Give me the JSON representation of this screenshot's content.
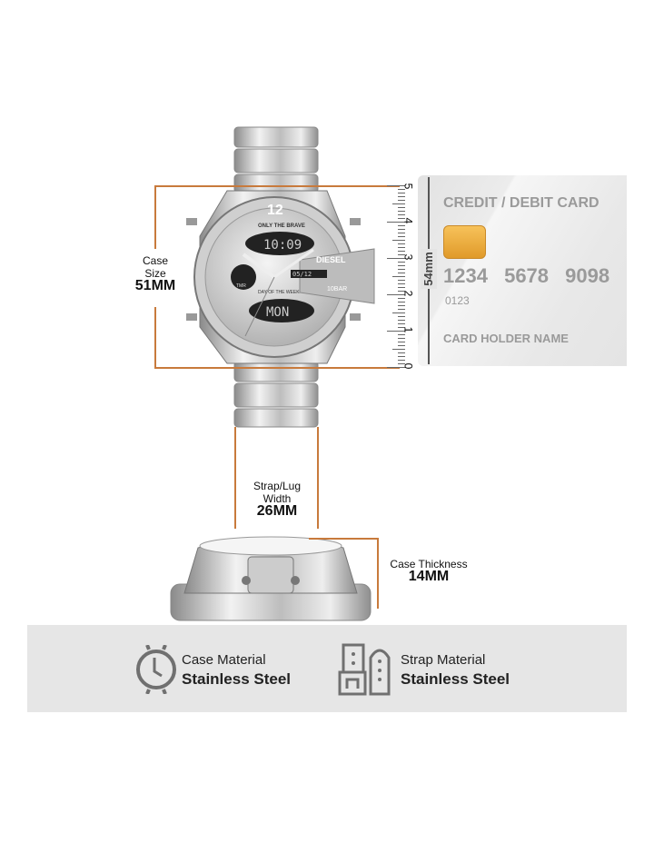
{
  "case_size": {
    "label_line1": "Case",
    "label_line2": "Size",
    "value": "51MM"
  },
  "ruler": {
    "ticks": [
      "0",
      "1",
      "2",
      "3",
      "4",
      "5"
    ]
  },
  "card": {
    "title": "CREDIT / DEBIT CARD",
    "number": [
      "1234",
      "5678",
      "9098"
    ],
    "sub_number": "0123",
    "holder": "CARD HOLDER NAME",
    "height_label": "54mm"
  },
  "watch": {
    "brand": "DIESEL",
    "dial_top": "12",
    "slogan": "ONLY THE BRAVE",
    "water": "10BAR",
    "digital_time": "10:09",
    "day_label": "DAY OF THE WEEK",
    "day": "MON",
    "date": "05/12",
    "subdial": "TMR"
  },
  "strap": {
    "label_line1": "Strap/Lug",
    "label_line2": "Width",
    "value": "26MM"
  },
  "thickness": {
    "label": "Case Thickness",
    "value": "14MM"
  },
  "materials": [
    {
      "label": "Case Material",
      "value": "Stainless Steel"
    },
    {
      "label": "Strap Material",
      "value": "Stainless Steel"
    }
  ],
  "colors": {
    "accent": "#c87a3c",
    "band": "#e6e6e6",
    "icon": "#707070"
  }
}
